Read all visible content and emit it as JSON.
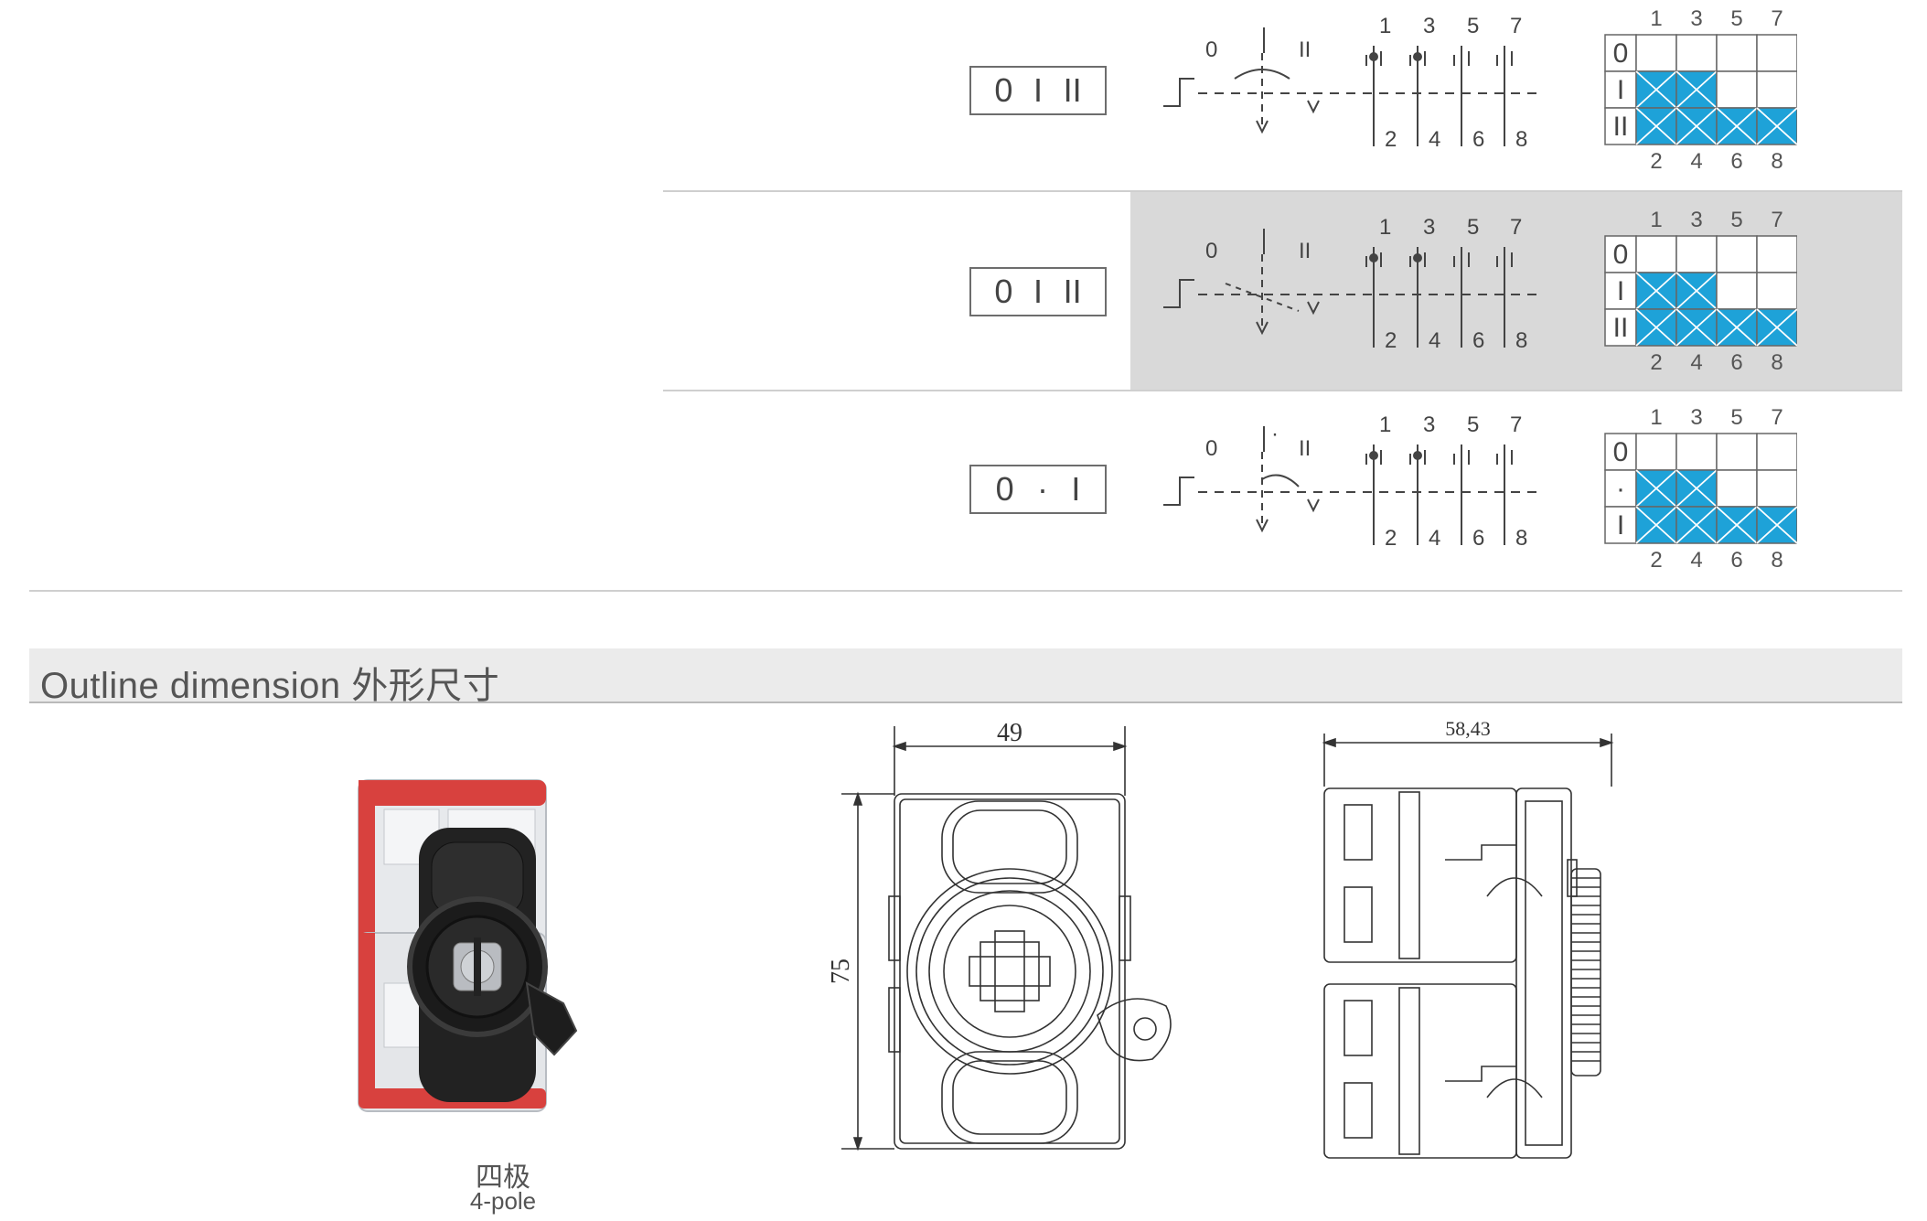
{
  "switch_rows": [
    {
      "positions": [
        "0",
        "I",
        "II"
      ],
      "diagram_labels": {
        "left": "0",
        "mid": "",
        "right": "II"
      },
      "contacts_top": [
        "1",
        "3",
        "5",
        "7"
      ],
      "contacts_bottom": [
        "2",
        "4",
        "6",
        "8"
      ],
      "table_rows": [
        {
          "label": "0",
          "closed": [
            false,
            false,
            false,
            false
          ]
        },
        {
          "label": "I",
          "closed": [
            true,
            true,
            false,
            false
          ]
        },
        {
          "label": "II",
          "closed": [
            true,
            true,
            true,
            true
          ]
        }
      ],
      "highlighted": false
    },
    {
      "positions": [
        "0",
        "I",
        "II"
      ],
      "diagram_labels": {
        "left": "0",
        "mid": "",
        "right": "II"
      },
      "contacts_top": [
        "1",
        "3",
        "5",
        "7"
      ],
      "contacts_bottom": [
        "2",
        "4",
        "6",
        "8"
      ],
      "table_rows": [
        {
          "label": "0",
          "closed": [
            false,
            false,
            false,
            false
          ]
        },
        {
          "label": "I",
          "closed": [
            true,
            true,
            false,
            false
          ]
        },
        {
          "label": "II",
          "closed": [
            true,
            true,
            true,
            true
          ]
        }
      ],
      "highlighted": true
    },
    {
      "positions": [
        "0",
        "·",
        "I"
      ],
      "diagram_labels": {
        "left": "0",
        "mid": "·",
        "right": "II"
      },
      "contacts_top": [
        "1",
        "3",
        "5",
        "7"
      ],
      "contacts_bottom": [
        "2",
        "4",
        "6",
        "8"
      ],
      "table_rows": [
        {
          "label": "0",
          "closed": [
            false,
            false,
            false,
            false
          ]
        },
        {
          "label": "·",
          "closed": [
            true,
            true,
            false,
            false
          ]
        },
        {
          "label": "I",
          "closed": [
            true,
            true,
            true,
            true
          ]
        }
      ],
      "highlighted": false
    }
  ],
  "section": {
    "title": "Outline dimension 外形尺寸"
  },
  "product": {
    "caption_cn": "四极",
    "caption_en": "4-pole"
  },
  "dimensions": {
    "front_width": "49",
    "front_height": "75",
    "side_depth": "58,43"
  },
  "colors": {
    "closed_cell": "#1ea2d8",
    "shade": "#d9d9d9",
    "red_cap": "#d8413e"
  }
}
